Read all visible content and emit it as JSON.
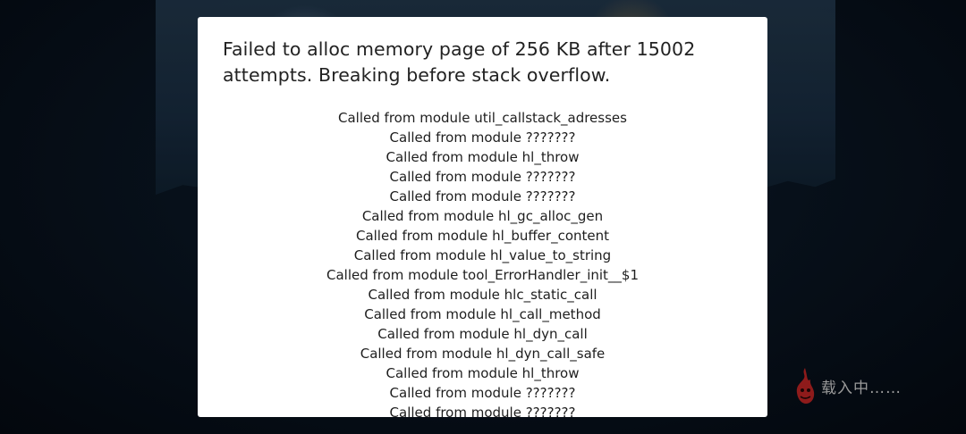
{
  "dialog": {
    "title": "Failed to alloc memory page of 256 KB after 15002 attempts. Breaking before stack overflow.",
    "trace": [
      "Called from module util_callstack_adresses",
      "Called from module ???????",
      "Called from module hl_throw",
      "Called from module ???????",
      "Called from module ???????",
      "Called from module hl_gc_alloc_gen",
      "Called from module hl_buffer_content",
      "Called from module hl_value_to_string",
      "Called from module tool_ErrorHandler_init__$1",
      "Called from module hlc_static_call",
      "Called from module hl_call_method",
      "Called from module hl_dyn_call",
      "Called from module hl_dyn_call_safe",
      "Called from module hl_throw",
      "Called from module ???????",
      "Called from module ???????"
    ]
  },
  "loading": {
    "icon": "flame-creature-icon",
    "text": "载入中……",
    "icon_color": "#8e1b1b"
  },
  "colors": {
    "background": "#040a12",
    "dialog_bg": "#ffffff",
    "text": "#222222"
  }
}
